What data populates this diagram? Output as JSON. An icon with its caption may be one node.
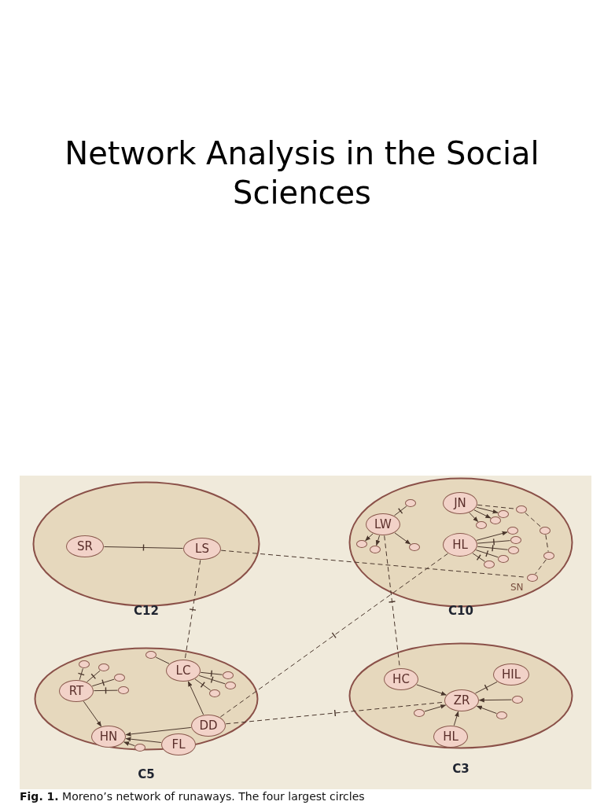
{
  "diagram": {
    "title": "Network Analysis in the Social Sciences",
    "caption": "**Fig. 1.** Moreno’s network of runaways. The four largest circles",
    "nodes": [
      {
        "text": [
          "C12"
        ]
      },
      {
        "text": [
          "SR"
        ],
        "in": 0
      },
      {
        "text": [
          "LS"
        ],
        "in": 0
      },
      {
        "text": [
          "C10"
        ]
      },
      {
        "text": [
          "LW"
        ],
        "in": 3
      },
      {
        "text": [
          "JN"
        ],
        "in": 3
      },
      {
        "text": [
          "HL"
        ],
        "in": 3
      },
      {
        "text": [],
        "shape": "circle",
        "in": 3
      },
      {
        "text": [],
        "shape": "circle",
        "in": 3
      },
      {
        "text": [],
        "shape": "circle",
        "in": 3
      },
      {
        "text": [],
        "shape": "circle",
        "in": 3
      },
      {
        "text": [],
        "shape": "circle",
        "in": 3
      },
      {
        "text": [],
        "shape": "circle",
        "in": 3
      },
      {
        "text": [],
        "shape": "circle",
        "in": 3
      },
      {
        "text": [],
        "shape": "circle",
        "in": 3
      },
      {
        "text": [],
        "shape": "circle",
        "in": 3
      },
      {
        "text": [],
        "shape": "circle",
        "in": 3
      },
      {
        "text": [],
        "shape": "circle",
        "in": 3,
        "beside": [
          "SN"
        ]
      },
      {
        "text": [],
        "shape": "circle",
        "in": 3
      },
      {
        "text": [],
        "shape": "circle",
        "in": 3
      },
      {
        "text": [],
        "shape": "circle",
        "in": 3
      },
      {
        "text": [],
        "shape": "circle",
        "in": 3
      },
      {
        "text": [],
        "shape": "circle",
        "in": 3
      },
      {
        "text": [
          "C5"
        ]
      },
      {
        "text": [
          "RT"
        ],
        "in": 23
      },
      {
        "text": [
          "LC"
        ],
        "in": 23
      },
      {
        "text": [
          "DD"
        ],
        "in": 23
      },
      {
        "text": [
          "HN"
        ],
        "in": 23
      },
      {
        "text": [
          "FL"
        ],
        "in": 23
      },
      {
        "text": [],
        "shape": "circle",
        "in": 23
      },
      {
        "text": [],
        "shape": "circle",
        "in": 23
      },
      {
        "text": [],
        "shape": "circle",
        "in": 23
      },
      {
        "text": [],
        "shape": "circle",
        "in": 23
      },
      {
        "text": [],
        "shape": "circle",
        "in": 23
      },
      {
        "text": [],
        "shape": "circle",
        "in": 23
      },
      {
        "text": [],
        "shape": "circle",
        "in": 23
      },
      {
        "text": [],
        "shape": "circle",
        "in": 23
      },
      {
        "text": [],
        "shape": "circle",
        "in": 23
      },
      {
        "text": [
          "C3"
        ]
      },
      {
        "text": [
          "HC"
        ],
        "in": 38
      },
      {
        "text": [
          "ZR"
        ],
        "in": 38
      },
      {
        "text": [
          "HIL"
        ],
        "in": 38
      },
      {
        "text": [
          "HL"
        ],
        "in": 38
      },
      {
        "text": [],
        "shape": "circle",
        "in": 38
      },
      {
        "text": [],
        "shape": "circle",
        "in": 38
      },
      {
        "text": [],
        "shape": "circle",
        "in": 38
      }
    ],
    "edges": [
      {
        "from": 1,
        "to": 2,
        "arrow": "none"
      },
      {
        "from": 2,
        "to": 17,
        "arrow": "none",
        "style": "dashed"
      },
      {
        "from": 2,
        "to": 25,
        "arrow": "none",
        "style": "dashed"
      },
      {
        "from": 4,
        "to": 7,
        "arrow": "none"
      },
      {
        "from": 4,
        "to": 8,
        "arrow": "to"
      },
      {
        "from": 4,
        "to": 9,
        "arrow": "to"
      },
      {
        "from": 4,
        "to": 10,
        "arrow": "to"
      },
      {
        "from": 5,
        "to": 11,
        "arrow": "to"
      },
      {
        "from": 5,
        "to": 12,
        "arrow": "to"
      },
      {
        "from": 5,
        "to": 13,
        "arrow": "to"
      },
      {
        "from": 5,
        "to": 14,
        "arrow": "none",
        "style": "dashed"
      },
      {
        "from": 14,
        "to": 15,
        "arrow": "none",
        "style": "dashed"
      },
      {
        "from": 15,
        "to": 16,
        "arrow": "none",
        "style": "dashed"
      },
      {
        "from": 16,
        "to": 17,
        "arrow": "none",
        "style": "dashed"
      },
      {
        "from": 6,
        "to": 18,
        "arrow": "to"
      },
      {
        "from": 6,
        "to": 19,
        "arrow": "none"
      },
      {
        "from": 6,
        "to": 20,
        "arrow": "none"
      },
      {
        "from": 6,
        "to": 21,
        "arrow": "none"
      },
      {
        "from": 6,
        "to": 22,
        "arrow": "none"
      },
      {
        "from": 6,
        "to": 26,
        "arrow": "none",
        "style": "dashed"
      },
      {
        "from": 4,
        "to": 39,
        "arrow": "none",
        "style": "dashed"
      },
      {
        "from": 24,
        "to": 29,
        "arrow": "none"
      },
      {
        "from": 24,
        "to": 30,
        "arrow": "none"
      },
      {
        "from": 24,
        "to": 31,
        "arrow": "none"
      },
      {
        "from": 24,
        "to": 32,
        "arrow": "none"
      },
      {
        "from": 24,
        "to": 27,
        "arrow": "to"
      },
      {
        "from": 25,
        "to": 33,
        "arrow": "none"
      },
      {
        "from": 25,
        "to": 34,
        "arrow": "none"
      },
      {
        "from": 25,
        "to": 35,
        "arrow": "none"
      },
      {
        "from": 25,
        "to": 36,
        "arrow": "none"
      },
      {
        "from": 26,
        "to": 25,
        "arrow": "to"
      },
      {
        "from": 26,
        "to": 27,
        "arrow": "to"
      },
      {
        "from": 28,
        "to": 27,
        "arrow": "to"
      },
      {
        "from": 37,
        "to": 27,
        "arrow": "to"
      },
      {
        "from": 26,
        "to": 40,
        "arrow": "none",
        "style": "dashed"
      },
      {
        "from": 39,
        "to": 40,
        "arrow": "to"
      },
      {
        "from": 41,
        "to": 40,
        "arrow": "none"
      },
      {
        "from": 43,
        "to": 40,
        "arrow": "to"
      },
      {
        "from": 44,
        "to": 40,
        "arrow": "to"
      },
      {
        "from": 45,
        "to": 40,
        "arrow": "to"
      },
      {
        "from": 42,
        "to": 40,
        "arrow": "to"
      }
    ]
  }
}
